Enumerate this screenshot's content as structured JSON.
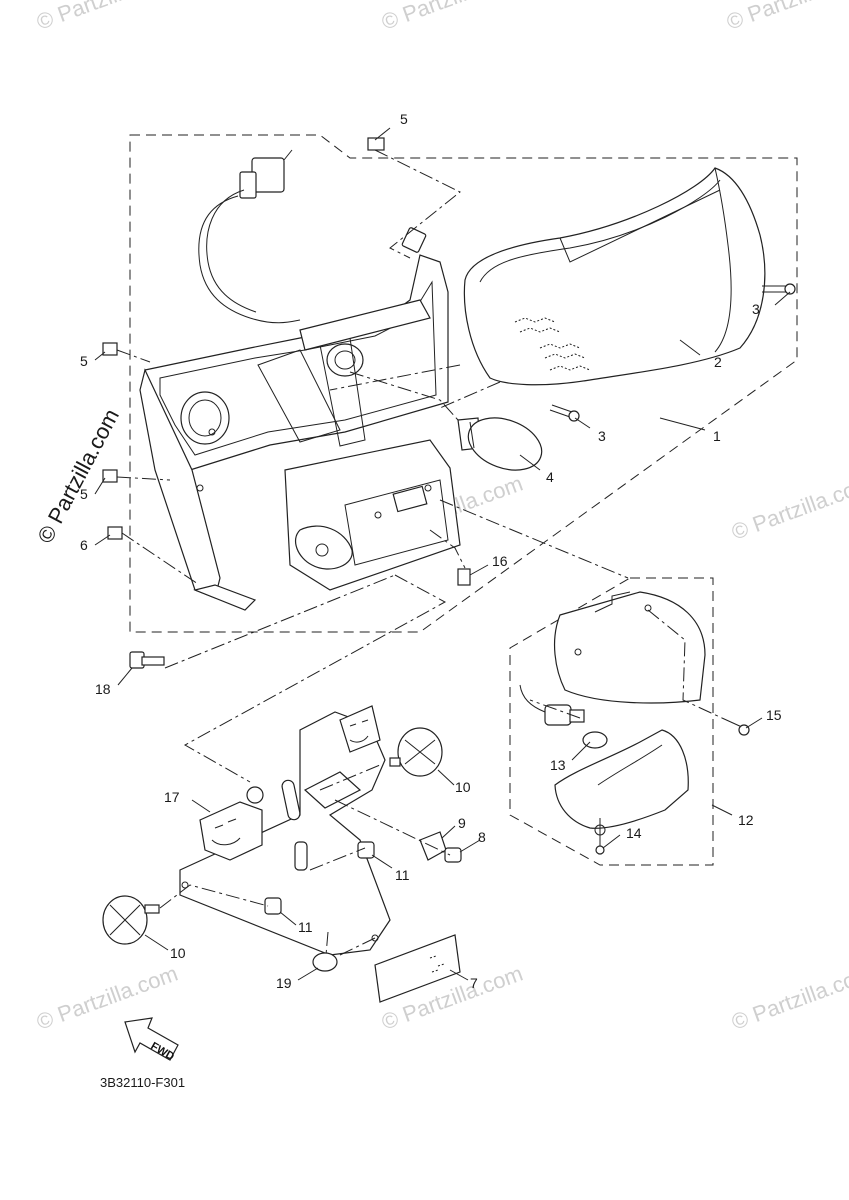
{
  "diagram_code": "3B32110-F301",
  "fwd_label": "FWD",
  "watermark": "© Partzilla",
  "watermark_side": "© Partzilla.com",
  "watermark_com": "© Partzilla.com",
  "callouts": [
    {
      "id": "c1",
      "label": "1"
    },
    {
      "id": "c2",
      "label": "2"
    },
    {
      "id": "c3a",
      "label": "3"
    },
    {
      "id": "c3b",
      "label": "3"
    },
    {
      "id": "c4",
      "label": "4"
    },
    {
      "id": "c5a",
      "label": "5"
    },
    {
      "id": "c5b",
      "label": "5"
    },
    {
      "id": "c5c",
      "label": "5"
    },
    {
      "id": "c6",
      "label": "6"
    },
    {
      "id": "c7",
      "label": "7"
    },
    {
      "id": "c8",
      "label": "8"
    },
    {
      "id": "c9",
      "label": "9"
    },
    {
      "id": "c10a",
      "label": "10"
    },
    {
      "id": "c10b",
      "label": "10"
    },
    {
      "id": "c11a",
      "label": "11"
    },
    {
      "id": "c11b",
      "label": "11"
    },
    {
      "id": "c12",
      "label": "12"
    },
    {
      "id": "c13",
      "label": "13"
    },
    {
      "id": "c14",
      "label": "14"
    },
    {
      "id": "c15",
      "label": "15"
    },
    {
      "id": "c16",
      "label": "16"
    },
    {
      "id": "c17",
      "label": "17"
    },
    {
      "id": "c18",
      "label": "18"
    },
    {
      "id": "c19",
      "label": "19"
    }
  ]
}
